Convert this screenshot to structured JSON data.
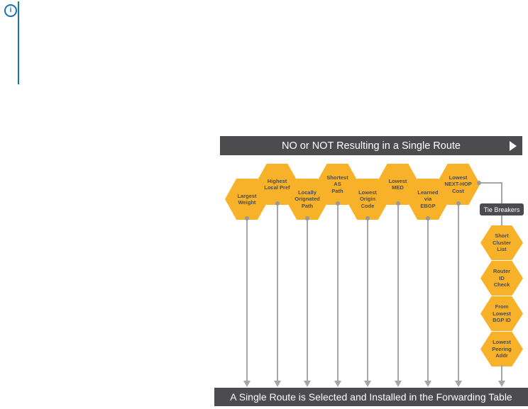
{
  "note": {
    "info_glyph": "i"
  },
  "diagram": {
    "top_banner": {
      "label": "NO or NOT Resulting in a Single Route"
    },
    "selection_steps": [
      {
        "label": "Largest\nWeight"
      },
      {
        "label": "Highest\nLocal Pref"
      },
      {
        "label": "Locally\nOrignated\nPath"
      },
      {
        "label": "Shortest\nAS\nPath"
      },
      {
        "label": "Lowest\nOrigin\nCode"
      },
      {
        "label": "Lowest\nMED"
      },
      {
        "label": "Learned\nvia\nEBGP"
      },
      {
        "label": "Lowest\nNEXT-HOP\nCost"
      }
    ],
    "tie_breakers": {
      "label": "Tie Breakers",
      "steps": [
        {
          "label": "Short\nCluster\nList"
        },
        {
          "label": "Router\nID\nCheck"
        },
        {
          "label": "From\nLowest\nBGP ID"
        },
        {
          "label": "Lowest\nPeering\nAddr"
        }
      ]
    },
    "bottom_banner": {
      "label": "A Single Route is Selected and Installed in the Forwarding Table"
    },
    "colors": {
      "hexagon": "#F7B229",
      "hexagon_text": "#4C4C4E",
      "banner_bg": "#4C4C4E",
      "banner_text": "#FFFFFF",
      "connector": "#A4A6A9",
      "accent_blue": "#1374B5"
    }
  }
}
